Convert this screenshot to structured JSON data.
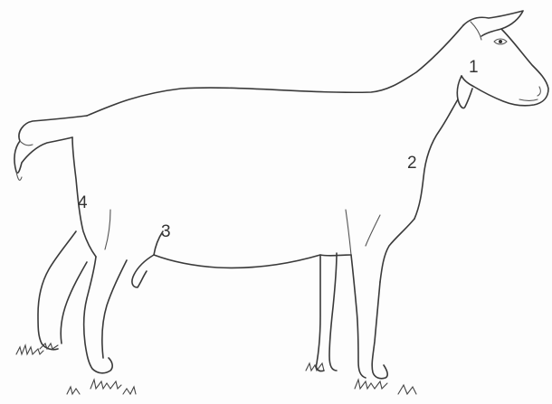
{
  "figure": {
    "subject": "goat-outline",
    "labels": [
      {
        "id": "1",
        "text": "1"
      },
      {
        "id": "2",
        "text": "2"
      },
      {
        "id": "3",
        "text": "3"
      },
      {
        "id": "4",
        "text": "4"
      }
    ]
  },
  "colors": {
    "line": "#3a3a3a",
    "background": "#fdfdfd"
  }
}
